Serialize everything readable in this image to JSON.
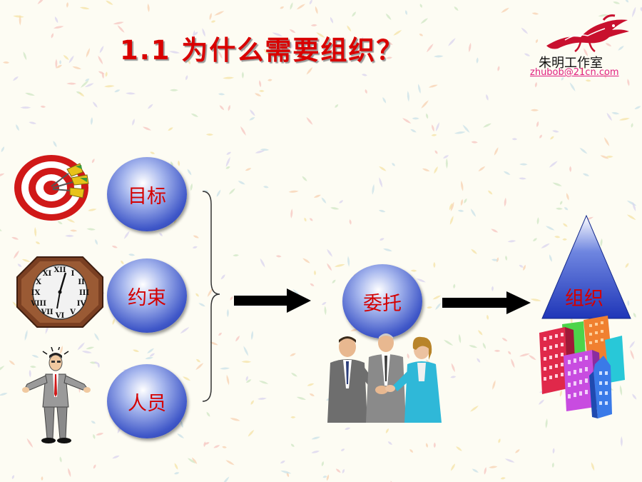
{
  "slide": {
    "title": "1.1  为什么需要组织？",
    "studio_name": "朱明工作室",
    "studio_email": "zhubob@21cn.com"
  },
  "elements": {
    "goal_label": "目标",
    "constraint_label": "约束",
    "people_label": "人员",
    "delegate_label": "委托",
    "organization_label": "组织"
  },
  "colors": {
    "title": "#d90000",
    "label": "#d40000",
    "circle": "#3f57c8",
    "triangle": "#2a46c4",
    "email": "#e02080"
  },
  "icons": [
    "target-darts-icon",
    "wall-clock-icon",
    "businessman-icon",
    "handshake-people-icon",
    "buildings-icon",
    "dragon-logo-icon"
  ]
}
